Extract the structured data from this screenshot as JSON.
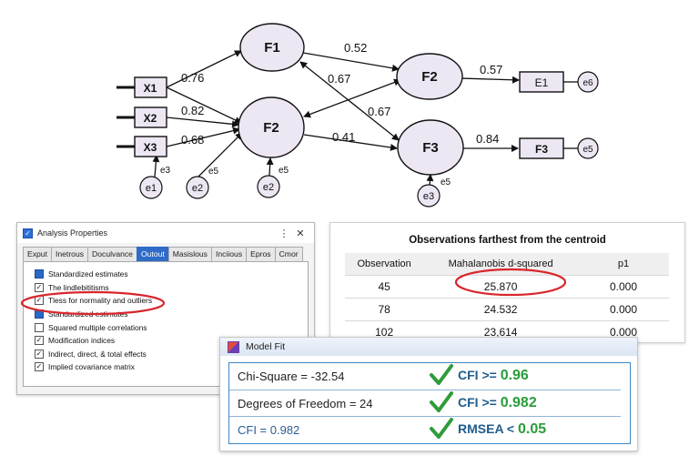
{
  "diagram": {
    "factors": {
      "f1": "F1",
      "f2": "F2",
      "f2b": "F2",
      "f3": "F3"
    },
    "observed": {
      "x1": "X1",
      "x2": "X2",
      "x3": "X3",
      "e1box": "E1",
      "f3box": "F3"
    },
    "errors": {
      "e1": "e1",
      "e2": "e2",
      "e2b": "e2",
      "e3": "e3",
      "e6": "e6",
      "e5": "e5"
    },
    "small_labels": {
      "e3_lbl": "e3",
      "e5_lbl1": "e5",
      "e5_lbl2": "e5",
      "e5_lbl3": "e5"
    },
    "coefficients": {
      "x1_f1": "0.76",
      "x2_f2": "0.82",
      "x3_f2": "0.68",
      "f1_f2b": "0.52",
      "f2_f2b": "0.67",
      "f1_f3": "0.67",
      "f2_f3": "0.41",
      "f2b_e1": "0.57",
      "f3_f3box": "0.84"
    }
  },
  "analysis_properties": {
    "title": "Analysis Properties",
    "menu_icon": "⋮",
    "close_icon": "✕",
    "tabs": [
      "Exput",
      "Inetrous",
      "Doculvance",
      "Outout",
      "Masislous",
      "Inciious",
      "Epros",
      "Cmor"
    ],
    "active_tab": 3,
    "options": [
      {
        "label": "Standardized estimates",
        "state": "partial"
      },
      {
        "label": "The lindlebititisms",
        "state": "checked"
      },
      {
        "label": "Tless for normality and outliers",
        "state": "checked"
      },
      {
        "label": "Standardized estimates",
        "state": "partial"
      },
      {
        "label": "Squared multiple correlations",
        "state": "unchecked"
      },
      {
        "label": "Modification indices",
        "state": "checked"
      },
      {
        "label": "Indirect, direct, & total effects",
        "state": "checked"
      },
      {
        "label": "Implied covariance matrix",
        "state": "checked"
      }
    ],
    "highlight_color": "#d8262b"
  },
  "observations": {
    "title": "Observations farthest from the centroid",
    "headers": [
      "Observation",
      "Mahalanobis d-squared",
      "p1"
    ],
    "rows": [
      [
        "45",
        "25.870",
        "0.000"
      ],
      [
        "78",
        "24.532",
        "0.000"
      ],
      [
        "102",
        "23,614",
        "0.000"
      ]
    ]
  },
  "model_fit": {
    "title": "Model Fit",
    "rows": [
      {
        "left": "Chi-Square = -32.54",
        "metric": "CFI >=",
        "value": "0.96"
      },
      {
        "left": "Degrees of Freedom = 24",
        "metric": "CFI >=",
        "value": "0.982"
      },
      {
        "left": "CFI = 0.982",
        "metric": "RMSEA <",
        "value": "0.05"
      }
    ],
    "check_color": "#2f9b3a"
  }
}
